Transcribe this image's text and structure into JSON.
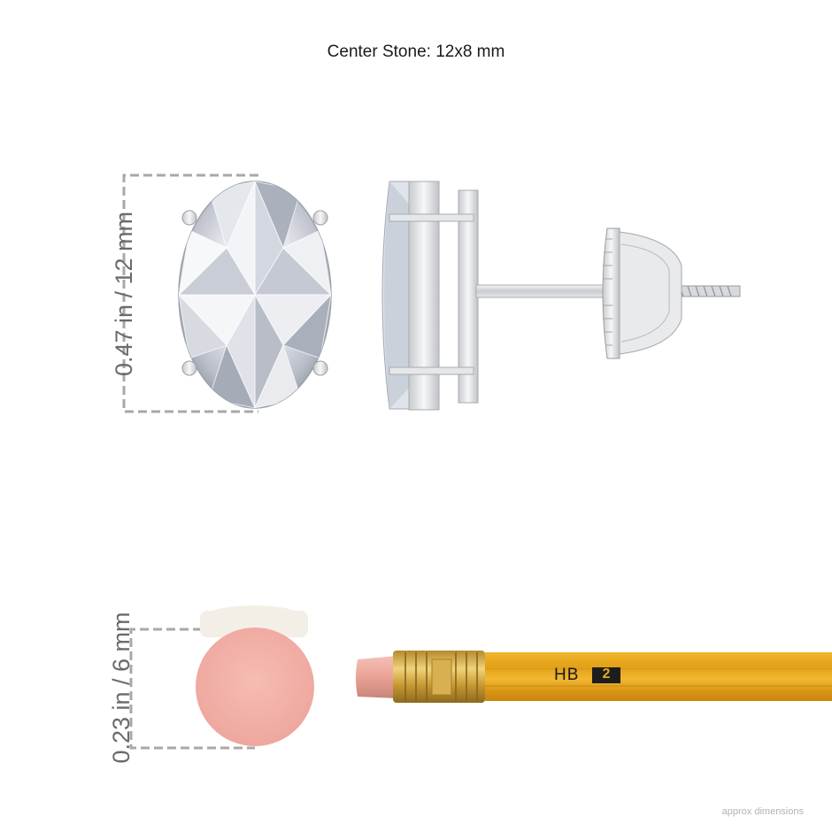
{
  "header": {
    "title": "Center Stone: 12x8 mm"
  },
  "dimensions": {
    "stone_height_label": "0.47 in / 12 mm",
    "pencil_eraser_label": "0.23 in / 6 mm"
  },
  "pencil": {
    "grade": "HB",
    "number": "2"
  },
  "footer": {
    "note": "approx dimensions"
  },
  "colors": {
    "metal": "#d9dbde",
    "eraser": "#f2b0a8",
    "pencil_body": "#e8ab1f",
    "ferrule": "#d4a63a",
    "guide_line": "#a8a8a8"
  }
}
